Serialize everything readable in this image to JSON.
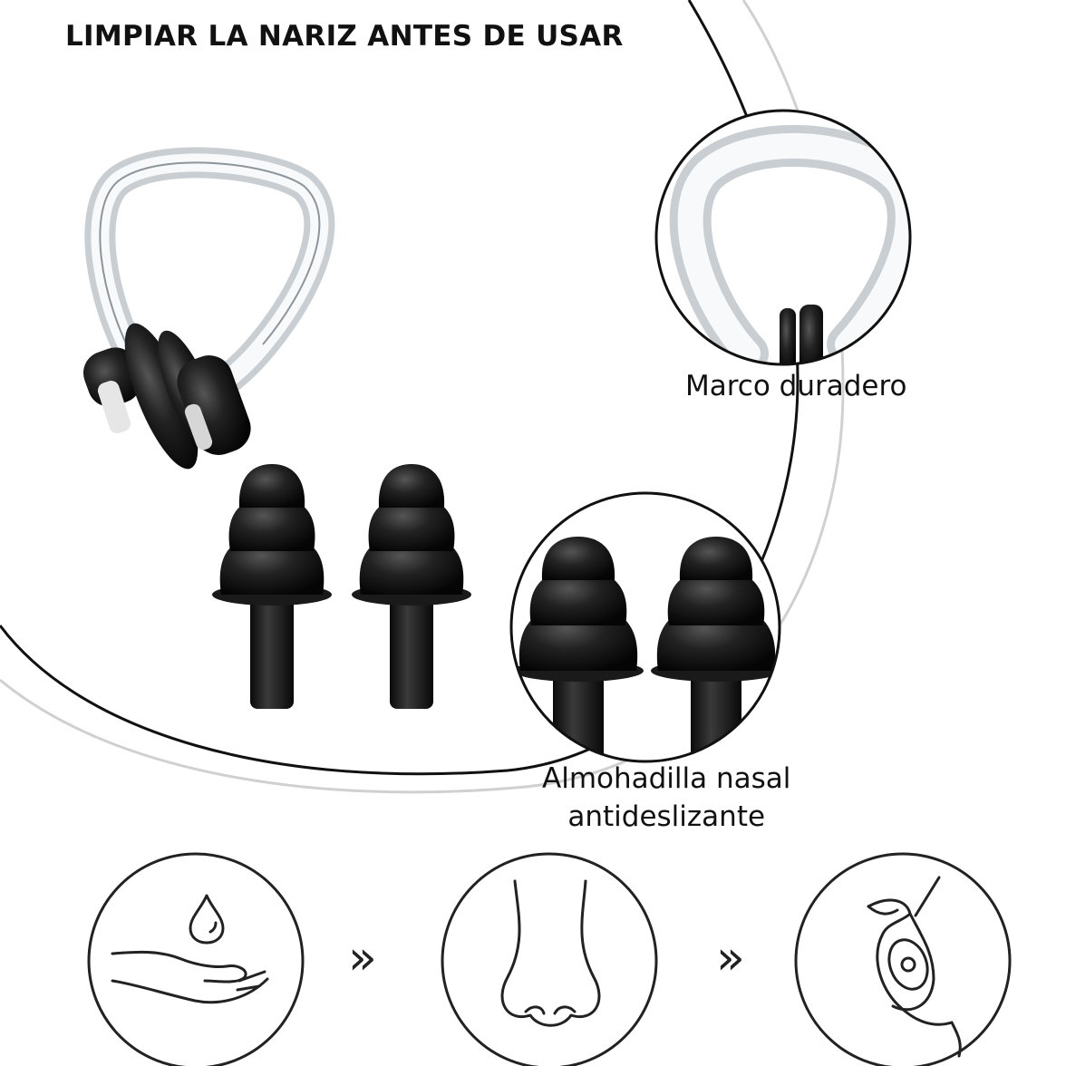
{
  "header": {
    "title": "LIMPIAR LA NARIZ ANTES DE USAR"
  },
  "callouts": {
    "frame_label": "Marco duradero",
    "pad_label_line1": "Almohadilla nasal",
    "pad_label_line2": "antideslizante"
  },
  "products": {
    "nose_clip": "nose-clip",
    "earplugs": "earplugs"
  },
  "steps": [
    {
      "icon": "wash-hands-icon"
    },
    {
      "icon": "nose-icon"
    },
    {
      "icon": "ear-earplug-icon"
    }
  ],
  "step_separator": "»",
  "colors": {
    "ink": "#111111",
    "rubber": "#1b1b1b",
    "clear_plastic": "#d9dde0",
    "background": "#ffffff"
  }
}
